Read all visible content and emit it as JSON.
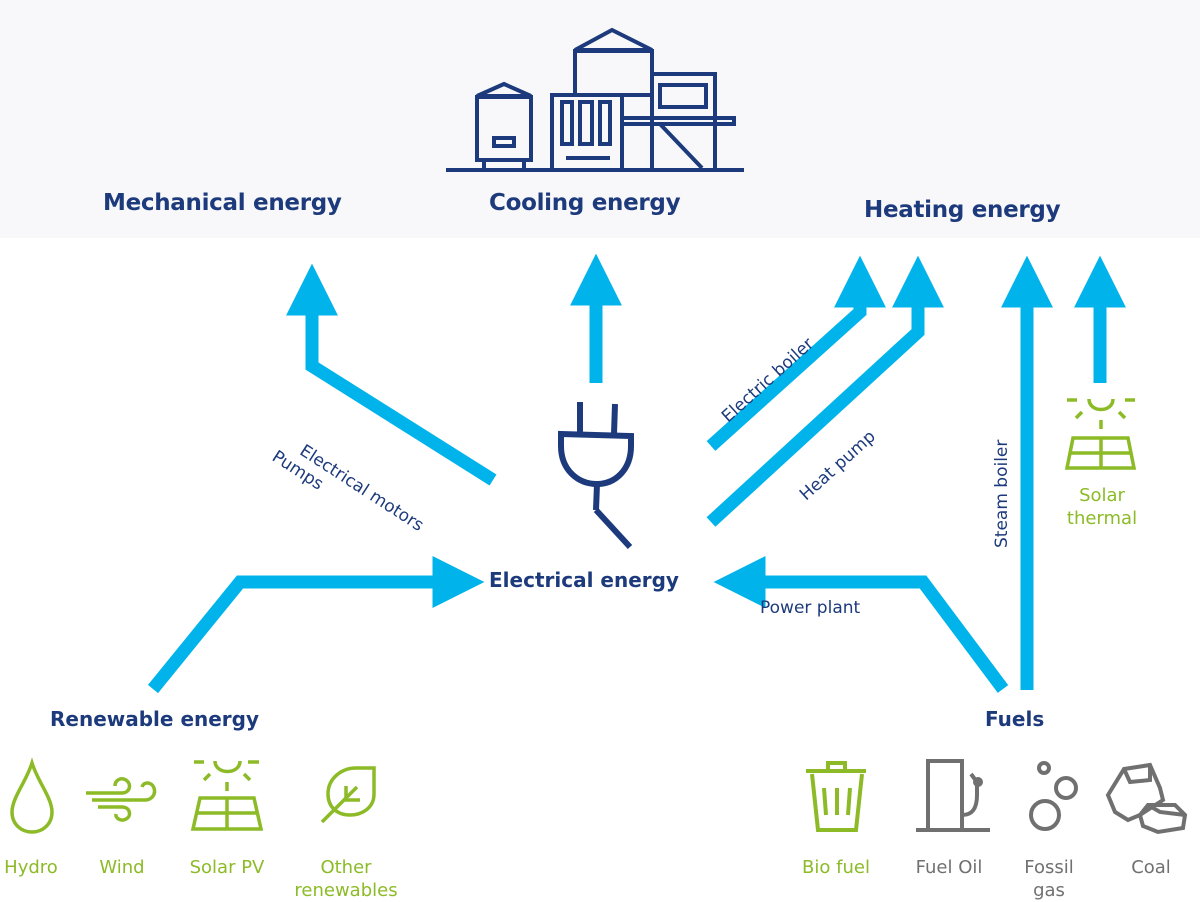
{
  "colors": {
    "arrow": "#00b4eb",
    "navy": "#1c3a7c",
    "green": "#8cbb27",
    "gray": "#707070",
    "panel": "#f8f8fa"
  },
  "outputs": {
    "mechanical": "Mechanical energy",
    "cooling": "Cooling energy",
    "heating": "Heating energy",
    "factory_icon": "factory-icon"
  },
  "hub": {
    "label": "Electrical energy",
    "icon": "plug-icon"
  },
  "flows": {
    "motors_line1": "Electrical motors",
    "motors_line2": "Pumps",
    "electric_boiler": "Electric boiler",
    "heat_pump": "Heat pump",
    "steam_boiler": "Steam boiler",
    "power_plant": "Power plant",
    "solar_thermal_line1": "Solar",
    "solar_thermal_line2": "thermal"
  },
  "sources": {
    "renewable": {
      "title": "Renewable energy",
      "items": [
        {
          "label": "Hydro",
          "icon": "water-drop-icon"
        },
        {
          "label": "Wind",
          "icon": "wind-icon"
        },
        {
          "label": "Solar PV",
          "icon": "solar-panel-icon"
        },
        {
          "label": "Other renewables",
          "line1": "Other",
          "line2": "renewables",
          "icon": "leaf-icon"
        }
      ]
    },
    "fuels": {
      "title": "Fuels",
      "items": [
        {
          "label": "Bio fuel",
          "icon": "bin-icon"
        },
        {
          "label": "Fuel Oil",
          "icon": "fuel-pump-icon"
        },
        {
          "label": "Fossil gas",
          "line1": "Fossil",
          "line2": "gas",
          "icon": "gas-bubbles-icon"
        },
        {
          "label": "Coal",
          "icon": "coal-icon"
        }
      ]
    }
  }
}
